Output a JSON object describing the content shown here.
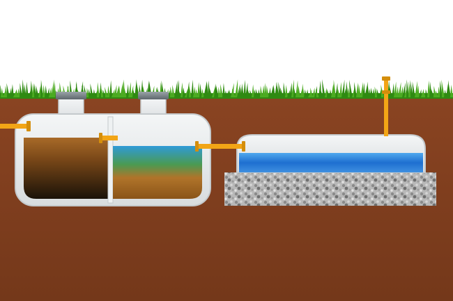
{
  "diagram": {
    "subject": "septic-system-cross-section",
    "components": [
      {
        "id": "inlet-pipe",
        "kind": "pipe"
      },
      {
        "id": "septic-tank-chamber-1",
        "kind": "tank-chamber",
        "contents": "sludge"
      },
      {
        "id": "septic-tank-chamber-2",
        "kind": "tank-chamber",
        "contents": "clarified-water"
      },
      {
        "id": "transfer-pipe",
        "kind": "pipe"
      },
      {
        "id": "infiltration-tank",
        "kind": "tank",
        "contents": "water"
      },
      {
        "id": "gravel-bed",
        "kind": "filter-bed"
      },
      {
        "id": "vent-pipe",
        "kind": "pipe"
      }
    ],
    "layers": [
      "sky",
      "grass",
      "soil"
    ]
  },
  "colors": {
    "sky": "#ffffff",
    "soil": "#7a3a1c",
    "soil_edge": "#8a4422",
    "grass": "#4cab22",
    "grass_dark": "#2f8a12",
    "tank_wall": "#e6e9ea",
    "tank_outline": "#c4c9cc",
    "sludge_top": "#9a5a1e",
    "sludge_bottom": "#1a1208",
    "water_top": "#2b8fd6",
    "water_mid": "#4a9a4a",
    "water_bottom": "#a0661c",
    "blue_water": "#1e6fd0",
    "pipe": "#f2a516",
    "pipe_dark": "#c07f08",
    "gravel": "#a8a8a8",
    "cap": "#7c868c"
  }
}
